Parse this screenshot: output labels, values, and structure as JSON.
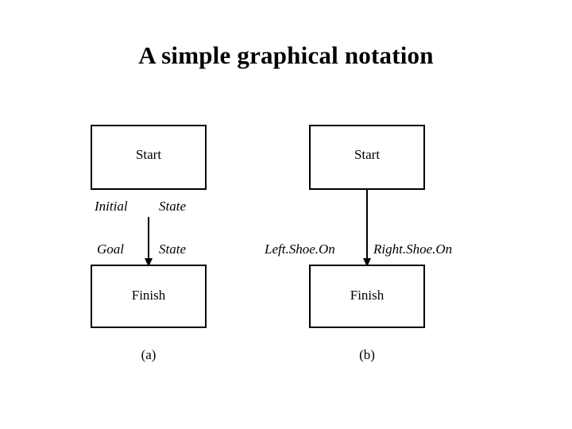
{
  "slide": {
    "title": "A simple graphical notation",
    "background": "#ffffff",
    "ink": "#000000"
  },
  "diagram_a": {
    "caption": "(a)",
    "start_box_label": "Start",
    "finish_box_label": "Finish",
    "initial_label": "Initial",
    "initial_value": "State",
    "goal_label": "Goal",
    "goal_value": "State"
  },
  "diagram_b": {
    "caption": "(b)",
    "start_box_label": "Start",
    "finish_box_label": "Finish",
    "left_condition": "Left.Shoe.On",
    "right_condition": "Right.Shoe.On"
  }
}
